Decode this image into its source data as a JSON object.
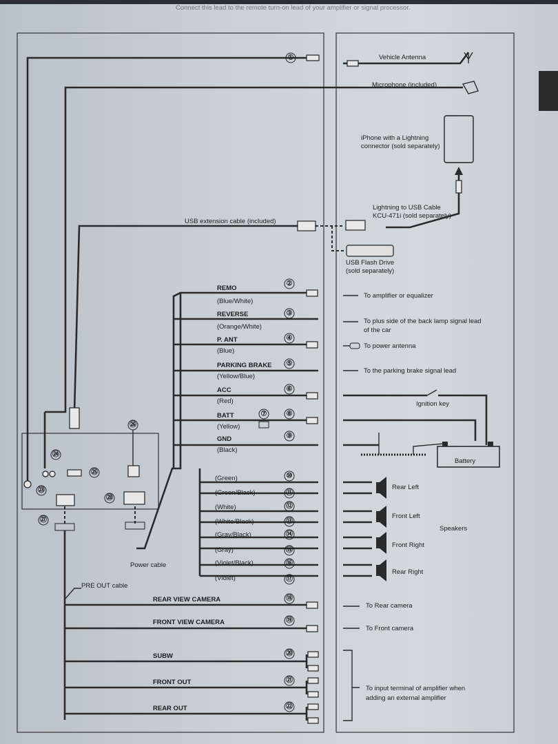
{
  "top_text": "Connect this lead to the remote turn-on lead of your amplifier or signal processor.",
  "devices": {
    "antenna": "Vehicle Antenna",
    "microphone": "Microphone (included)",
    "iphone_line1": "iPhone with a Lightning",
    "iphone_line2": "connector (sold separately)",
    "lightning_line1": "Lightning to USB Cable",
    "lightning_line2": "KCU-471i (sold separately)",
    "usb_ext": "USB extension cable (included)",
    "flash_line1": "USB Flash Drive",
    "flash_line2": "(sold separately)",
    "ignition": "Ignition key",
    "battery": "Battery",
    "speakers": "Speakers",
    "power_cable": "Power cable",
    "preout_cable": "PRE OUT cable"
  },
  "markers": {
    "n1": "①",
    "n2": "②",
    "n3": "③",
    "n4": "④",
    "n5": "⑤",
    "n6": "⑥",
    "n7": "⑦",
    "n8": "⑧",
    "n9": "⑨",
    "n10": "⑩",
    "n11": "⑪",
    "n12": "⑫",
    "n13": "⑬",
    "n14": "⑭",
    "n15": "⑮",
    "n16": "⑯",
    "n17": "⑰",
    "n18": "⑱",
    "n19": "⑲",
    "n20": "⑳",
    "n21": "㉑",
    "n22": "㉒",
    "n23": "㉓",
    "n24": "㉔",
    "n25": "㉕",
    "n26": "㉖",
    "n27": "㉗",
    "n28": "㉘"
  },
  "leads": {
    "remo": "REMO",
    "remo_c": "(Blue/White)",
    "remo_to": "To amplifier or equalizer",
    "rev": "REVERSE",
    "rev_c": "(Orange/White)",
    "rev_to1": "To plus side of the back lamp signal lead",
    "rev_to2": "of the car",
    "pant": "P. ANT",
    "pant_c": "(Blue)",
    "pant_to": "To power antenna",
    "park": "PARKING BRAKE",
    "park_c": "(Yellow/Blue)",
    "park_to": "To the parking brake signal lead",
    "acc": "ACC",
    "acc_c": "(Red)",
    "batt": "BATT",
    "batt_c": "(Yellow)",
    "gnd": "GND",
    "gnd_c": "(Black)"
  },
  "speaker_wires": {
    "green": "(Green)",
    "green_black": "(Green/Black)",
    "white": "(White)",
    "white_black": "(White/Black)",
    "gray_black": "(Gray/Black)",
    "gray": "(Gray)",
    "violet_black": "(Violet/Black)",
    "violet": "(Violet)"
  },
  "speaker_names": {
    "rl": "Rear Left",
    "fl": "Front Left",
    "fr": "Front Right",
    "rr": "Rear Right"
  },
  "rca": {
    "rear_cam": "REAR VIEW CAMERA",
    "rear_cam_to": "To Rear camera",
    "front_cam": "FRONT VIEW CAMERA",
    "front_cam_to": "To Front camera",
    "subw": "SUBW",
    "front_out": "FRONT OUT",
    "rear_out": "REAR OUT",
    "amp_to1": "To input terminal of amplifier when",
    "amp_to2": "adding an external amplifier"
  },
  "colors": {
    "paper": "#cfd5da",
    "ink": "#2a2a2a",
    "tab": "#3a3a3a"
  }
}
